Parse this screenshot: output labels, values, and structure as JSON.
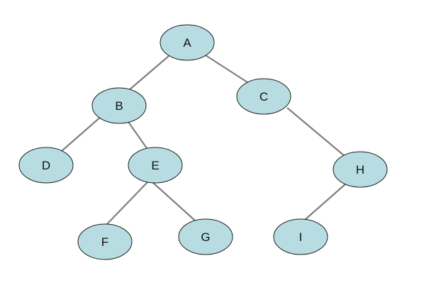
{
  "diagram": {
    "type": "binary-tree",
    "colors": {
      "node_fill": "#b7dde3",
      "node_stroke": "#1f1f1f",
      "edge": "#7f7f7f",
      "text": "#111111",
      "background": "#ffffff"
    },
    "nodes": [
      {
        "id": "A",
        "label": "A"
      },
      {
        "id": "B",
        "label": "B"
      },
      {
        "id": "C",
        "label": "C"
      },
      {
        "id": "D",
        "label": "D"
      },
      {
        "id": "E",
        "label": "E"
      },
      {
        "id": "H",
        "label": "H"
      },
      {
        "id": "F",
        "label": "F"
      },
      {
        "id": "G",
        "label": "G"
      },
      {
        "id": "I",
        "label": "I"
      }
    ],
    "edges": [
      {
        "from": "A",
        "to": "B"
      },
      {
        "from": "A",
        "to": "C"
      },
      {
        "from": "B",
        "to": "D"
      },
      {
        "from": "B",
        "to": "E"
      },
      {
        "from": "C",
        "to": "H"
      },
      {
        "from": "E",
        "to": "F"
      },
      {
        "from": "E",
        "to": "G"
      },
      {
        "from": "H",
        "to": "I"
      }
    ]
  }
}
